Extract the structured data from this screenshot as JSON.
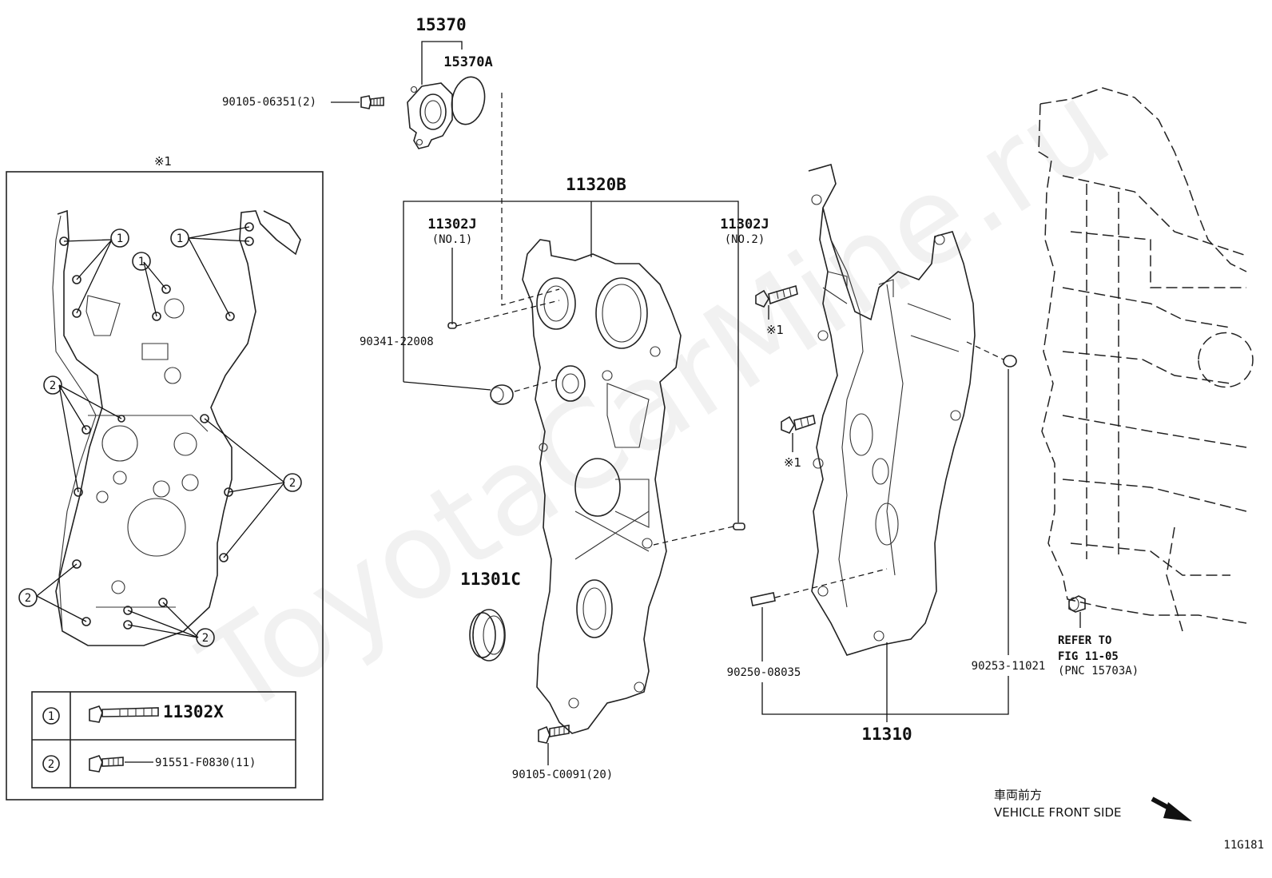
{
  "diagram_id": "11G181",
  "watermark": "ToyotaCarMine.ru",
  "callouts": {
    "p15370": "15370",
    "p15370A": "15370A",
    "bolt_top": "90105-06351(2)",
    "p11320B": "11320B",
    "p11302J_1": "11302J",
    "p11302J_1_sub": "(NO.1)",
    "p11302J_2": "11302J",
    "p11302J_2_sub": "(NO.2)",
    "p90341": "90341-22008",
    "p11301C": "11301C",
    "bolt_bottom": "90105-C0091(20)",
    "p90250": "90250-08035",
    "p11310": "11310",
    "p90253": "90253-11021",
    "mark1_a": "※1",
    "mark1_b": "※1",
    "inset_title": "※1"
  },
  "refer": {
    "line1": "REFER TO",
    "line2": "FIG 11-05",
    "line3": "(PNC 15703A)"
  },
  "legend": {
    "rows": [
      {
        "key": "1",
        "part": "11302X"
      },
      {
        "key": "2",
        "part": "91551-F0830(11)"
      }
    ]
  },
  "inset_markers": [
    "1",
    "1",
    "1",
    "1",
    "2",
    "2",
    "2",
    "2",
    "2"
  ],
  "front": {
    "jp": "車両前方",
    "en": "VEHICLE FRONT SIDE"
  }
}
